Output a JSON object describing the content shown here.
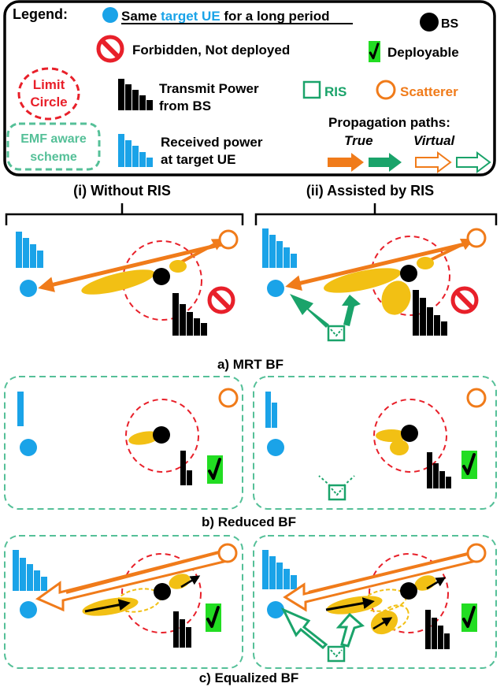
{
  "legend": {
    "title": "Legend:",
    "target_prefix": "Same ",
    "target_link": "target UE",
    "target_suffix": " for a long period",
    "bs": "BS",
    "forbidden": "Forbidden, Not deployed",
    "deployable": "Deployable",
    "limit_line1": "Limit",
    "limit_line2": "Circle",
    "tx_line1": "Transmit Power",
    "tx_line2": "from BS",
    "ris": "RIS",
    "scatterer": "Scatterer",
    "emf_line1": "EMF aware",
    "emf_line2": "scheme",
    "rx_line1": "Received power",
    "rx_line2": "at target UE",
    "paths_title": "Propagation paths:",
    "true_label": "True",
    "virtual_label": "Virtual"
  },
  "columns": {
    "left": "(i) Without RIS",
    "right": "(ii) Assisted by RIS"
  },
  "captions": {
    "a": "a) MRT BF",
    "b": "b) Reduced BF",
    "c": "c) Equalized BF"
  },
  "symbols": {
    "check": "√"
  },
  "colors": {
    "ue_blue": "#1aa3e8",
    "power_black": "#000000",
    "orange": "#f07b1a",
    "green": "#1aa36a",
    "red": "#e8202a",
    "beam_yellow": "#f2c014",
    "deploy_green": "#22dd22"
  }
}
